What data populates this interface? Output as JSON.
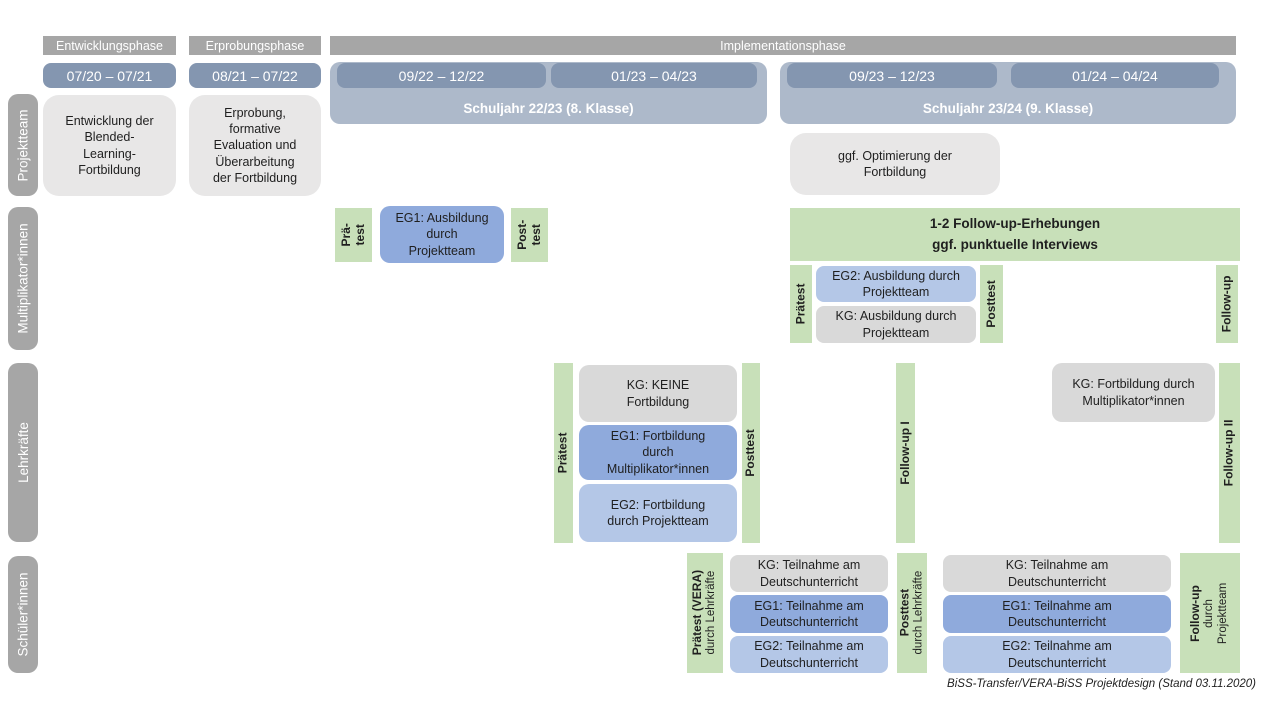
{
  "caption": "BiSS-Transfer/VERA-BiSS Projektdesign (Stand 03.11.2020)",
  "colors": {
    "phase_bar": "#a6a6a6",
    "date_box": "#8496b0",
    "year_band": "#adb9ca",
    "row_pill": "#a6a6a6",
    "task_gray": "#e8e7e7",
    "kg_gray": "#d9d9d9",
    "eg1_blue": "#8faadc",
    "eg2_blue": "#b4c7e7",
    "test_green": "#c8e0b9"
  },
  "phases": {
    "entwicklung": "Entwicklungsphase",
    "erprobung": "Erprobungsphase",
    "implementation": "Implementationsphase"
  },
  "dates": {
    "d1": "07/20 – 07/21",
    "d2": "08/21 – 07/22",
    "d3": "09/22 – 12/22",
    "d4": "01/23 – 04/23",
    "d5": "09/23 – 12/23",
    "d6": "01/24 – 04/24"
  },
  "school_years": {
    "sy1": "Schuljahr 22/23 (8. Klasse)",
    "sy2": "Schuljahr 23/24 (9. Klasse)"
  },
  "row_labels": {
    "projektteam": "Projektteam",
    "multiplikatoren": "Multiplikator*innen",
    "lehrkraefte": "Lehrkräfte",
    "schueler": "Schüler*innen"
  },
  "projektteam": {
    "entwicklung": "Entwicklung der\nBlended-\nLearning-\nFortbildung",
    "erprobung": "Erprobung,\nformative\nEvaluation und\nÜberarbeitung\nder Fortbildung",
    "optimierung": "ggf. Optimierung der\nFortbildung"
  },
  "multiplikatoren": {
    "praetest1": "Prä-\ntest",
    "eg1": "EG1: Ausbildung\ndurch\nProjektteam",
    "posttest1": "Post-\ntest",
    "followup_banner": "1-2 Follow-up-Erhebungen\nggf. punktuelle Interviews",
    "praetest2": "Prätest",
    "eg2": "EG2: Ausbildung durch\nProjektteam",
    "kg": "KG: Ausbildung durch\nProjektteam",
    "posttest2": "Posttest",
    "followup": "Follow-up"
  },
  "lehrkraefte": {
    "praetest": "Prätest",
    "kg1": "KG: KEINE\nFortbildung",
    "eg1": "EG1: Fortbildung\ndurch\nMultiplikator*innen",
    "eg2": "EG2: Fortbildung\ndurch Projektteam",
    "posttest": "Posttest",
    "followup1": "Follow-up I",
    "kg2": "KG: Fortbildung durch\nMultiplikator*innen",
    "followup2": "Follow-up II"
  },
  "schueler": {
    "praetest_title": "Prätest (VERA)",
    "praetest_sub": "durch Lehrkräfte",
    "kg1": "KG: Teilnahme am\nDeutschunterricht",
    "eg1a": "EG1: Teilnahme am\nDeutschunterricht",
    "eg2a": "EG2: Teilnahme am\nDeutschunterricht",
    "posttest_title": "Posttest",
    "posttest_sub": "durch Lehrkräfte",
    "kg2": "KG: Teilnahme am\nDeutschunterricht",
    "eg1b": "EG1: Teilnahme am\nDeutschunterricht",
    "eg2b": "EG2: Teilnahme am\nDeutschunterricht",
    "followup_title": "Follow-up",
    "followup_sub": "durch\nProjektteam"
  }
}
